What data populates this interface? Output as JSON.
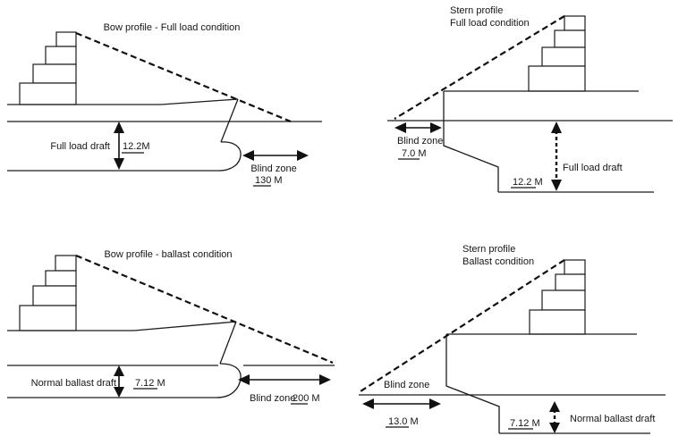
{
  "panels": {
    "bow_full_load": {
      "title": "Bow profile - Full load condition",
      "draft_label": "Full load draft",
      "draft_value": "12.2",
      "draft_unit": "M",
      "blind_label": "Blind zone",
      "blind_value": "130",
      "blind_unit": " M"
    },
    "stern_full_load": {
      "title_line1": "Stern profile",
      "title_line2": "Full load condition",
      "blind_label": "Blind zone",
      "blind_value": "7.0",
      "blind_unit": " M",
      "draft_label": "Full load draft",
      "draft_value": "12.2",
      "draft_unit": " M"
    },
    "bow_ballast": {
      "title": "Bow profile - ballast condition",
      "draft_label": "Normal ballast draft",
      "draft_value": "7.12",
      "draft_unit": " M",
      "blind_label": "Blind zone",
      "blind_value": "200",
      "blind_unit": " M"
    },
    "stern_ballast": {
      "title_line1": "Stern profile",
      "title_line2": "Ballast condition",
      "blind_label": "Blind zone",
      "blind_value": "13.0",
      "blind_unit": " M",
      "draft_label": "Normal ballast draft",
      "draft_value": "7.12",
      "draft_unit": " M"
    }
  }
}
